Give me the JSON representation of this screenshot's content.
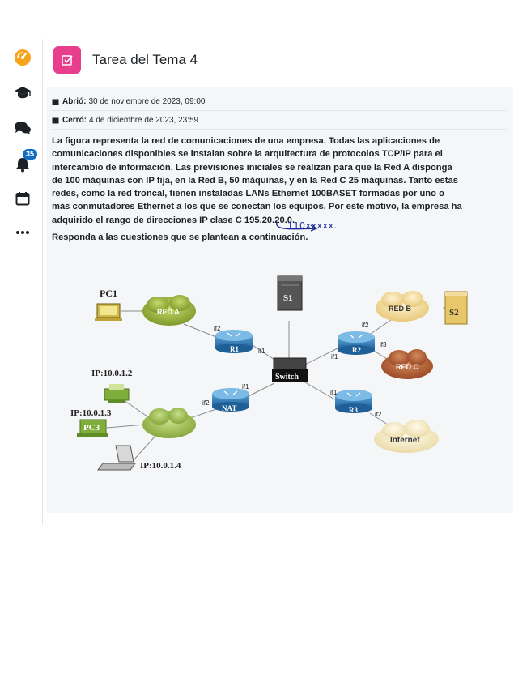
{
  "nav": {
    "notifications_count": "35"
  },
  "activity": {
    "title": "Tarea del Tema 4"
  },
  "dates": {
    "opened_label": "Abrió:",
    "opened_value": "30 de noviembre de 2023, 09:00",
    "closed_label": "Cerró:",
    "closed_value": "4 de diciembre de 2023, 23:59"
  },
  "description": {
    "lines": [
      "La figura representa la red de comunicaciones de una empresa. Todas las aplicaciones de",
      "comunicaciones disponibles se instalan sobre la arquitectura de protocolos TCP/IP para el",
      "intercambio de información. Las previsiones iniciales se realizan para que la Red A disponga",
      "de 100 máquinas con IP fija, en la Red B, 50 máquinas, y en la Red C 25 máquinas. Tanto estas",
      "redes, como la red troncal, tienen instaladas LANs Ethernet 100BASET formadas por uno o",
      "más conmutadores Ethernet a los que se conectan los equipos. Por este motivo, la empresa ha"
    ],
    "last_line_start": "adquirido el rango de direcciones IP ",
    "last_line_class": "clase C",
    "last_line_end": " 195.20.20.0.",
    "handwritten_note": "110xxxxx.",
    "question": "Responda a las cuestiones que se plantean a continuación."
  },
  "diagram": {
    "PC1": "PC1",
    "red_a": "RED A",
    "red_b": "RED B",
    "red_c": "RED C",
    "S1": "S1",
    "S2": "S2",
    "R1": "R1",
    "R2": "R2",
    "R3": "R3",
    "NAT": "NAT",
    "switch": "Switch",
    "internet": "Internet",
    "PC3": "PC3",
    "ip_1": "IP:10.0.1.2",
    "ip_2": "IP:10.0.1.3",
    "ip_3": "IP:10.0.1.4",
    "if1": "if1",
    "if2": "if2",
    "if3": "if3"
  }
}
